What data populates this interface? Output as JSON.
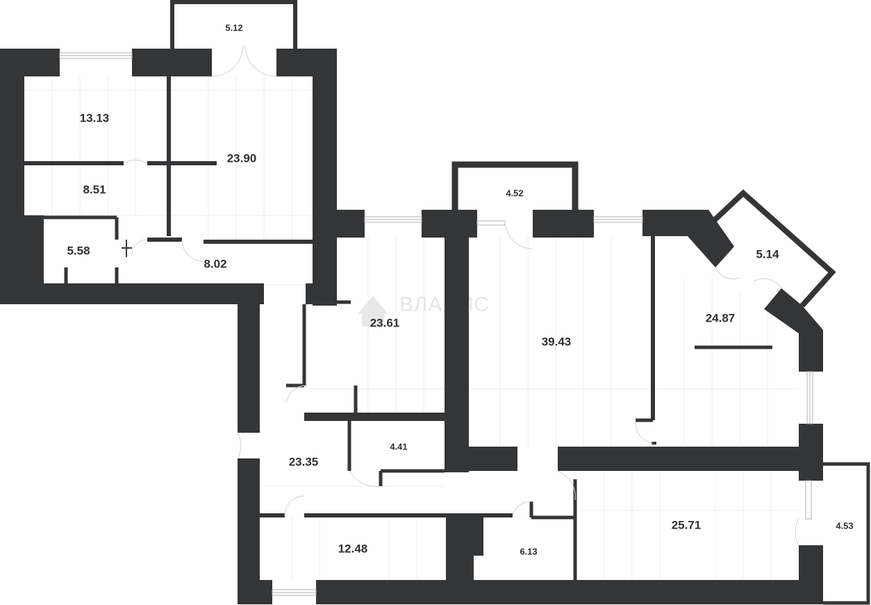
{
  "watermark": {
    "text": "ВЛАДИС"
  },
  "colors": {
    "wall": "#343537",
    "floor_line": "#e9e9e9",
    "background": "#ffffff",
    "label": "#2f3033"
  },
  "rooms": {
    "loggia_top": "5.12",
    "room_13_13": "13.13",
    "room_23_90": "23.90",
    "room_8_51": "8.51",
    "room_5_58": "5.58",
    "hall_8_02": "8.02",
    "balcony_4_52": "4.52",
    "bay_5_14": "5.14",
    "room_24_87": "24.87",
    "room_23_61": "23.61",
    "room_39_43": "39.43",
    "room_4_41": "4.41",
    "hall_23_35": "23.35",
    "room_12_48": "12.48",
    "room_6_13": "6.13",
    "room_25_71": "25.71",
    "balcony_4_53": "4.53"
  }
}
